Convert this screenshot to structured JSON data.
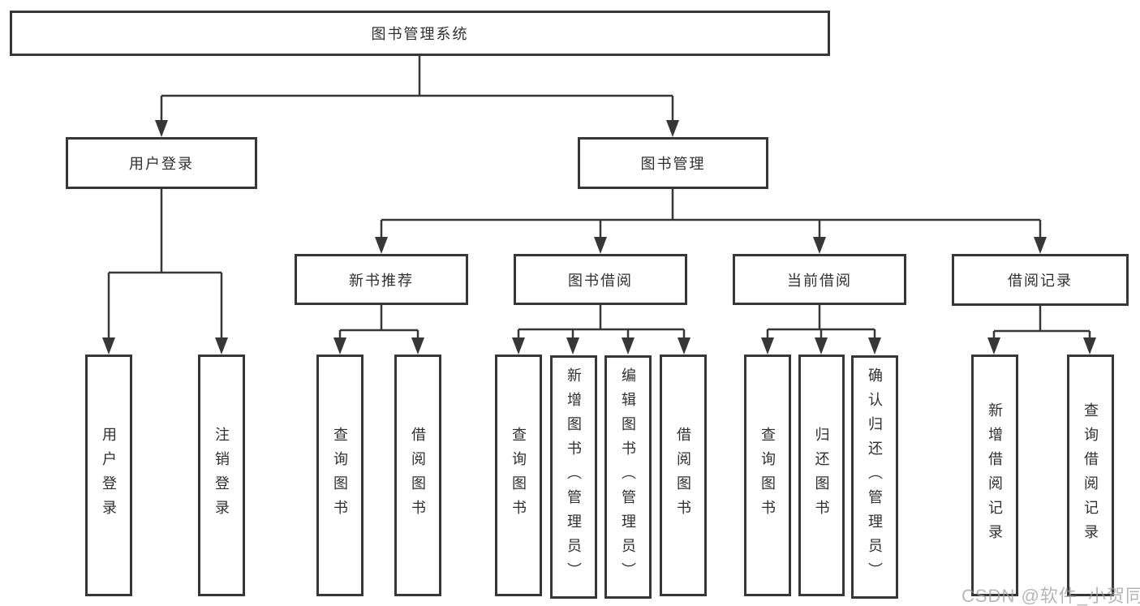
{
  "diagram": {
    "type": "tree",
    "nodes": {
      "root": "图书管理系统",
      "userLogin": "用户登录",
      "bookMgmt": "图书管理",
      "newBookRec": "新书推荐",
      "bookBorrow": "图书借阅",
      "currentBorrow": "当前借阅",
      "borrowRecords": "借阅记录",
      "userLoginLeaf": "用户登录",
      "logoutLeaf": "注销登录",
      "queryBooks1": "查询图书",
      "borrowBooks1": "借阅图书",
      "queryBooks2": "查询图书",
      "addBooksAdmin": "新增图书（管理员）",
      "editBooksAdmin": "编辑图书（管理员）",
      "borrowBooks2": "借阅图书",
      "queryBooks3": "查询图书",
      "returnBooks": "归还图书",
      "confirmReturnAdmin": "确认归还（管理员）",
      "addBorrowRecord": "新增借阅记录",
      "queryBorrowRecord": "查询借阅记录"
    },
    "hierarchy": {
      "图书管理系统": {
        "用户登录": [
          "用户登录",
          "注销登录"
        ],
        "图书管理": {
          "新书推荐": [
            "查询图书",
            "借阅图书"
          ],
          "图书借阅": [
            "查询图书",
            "新增图书（管理员）",
            "编辑图书（管理员）",
            "借阅图书"
          ],
          "当前借阅": [
            "查询图书",
            "归还图书",
            "确认归还（管理员）"
          ],
          "借阅记录": [
            "新增借阅记录",
            "查询借阅记录"
          ]
        }
      }
    },
    "colors": {
      "line": "#373737",
      "box_border": "#373737",
      "text": "#303030",
      "watermark": "#9e9e9e",
      "background": "#ffffff"
    }
  },
  "watermark": "CSDN @软件_小贺同学"
}
